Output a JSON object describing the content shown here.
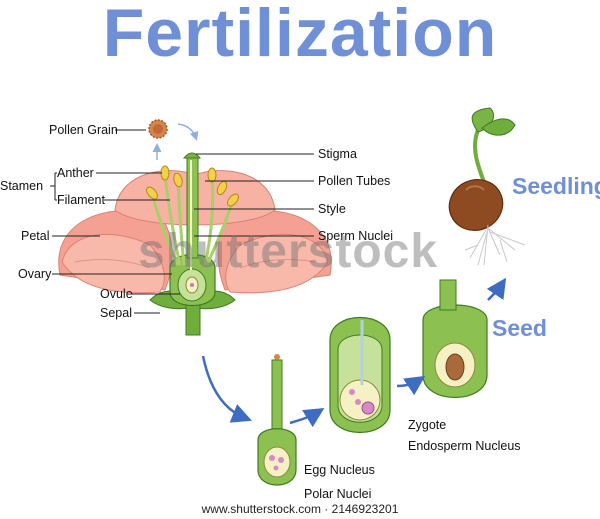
{
  "title": "Fertilization",
  "labels": {
    "pollen_grain": "Pollen Grain",
    "anther": "Anther",
    "stamen": "Stamen",
    "filament": "Filament",
    "petal": "Petal",
    "ovary": "Ovary",
    "ovule": "Ovule",
    "sepal": "Sepal",
    "stigma": "Stigma",
    "pollen_tubes": "Pollen Tubes",
    "style": "Style",
    "sperm_nuclei": "Sperm Nuclei",
    "egg_nucleus": "Egg Nucleus",
    "polar_nuclei": "Polar Nuclei",
    "zygote": "Zygote",
    "endosperm_nucleus": "Endosperm Nucleus",
    "seed": "Seed",
    "seedling": "Seedling"
  },
  "watermark": "shutterstock",
  "footer": "www.shutterstock.com · 2146923201",
  "colors": {
    "title": "#6f8fd6",
    "arrow": "#3d6cc0",
    "petal": "#f7a99a",
    "green": "#6fae3c",
    "ovule_cream": "#f6f1c4"
  }
}
